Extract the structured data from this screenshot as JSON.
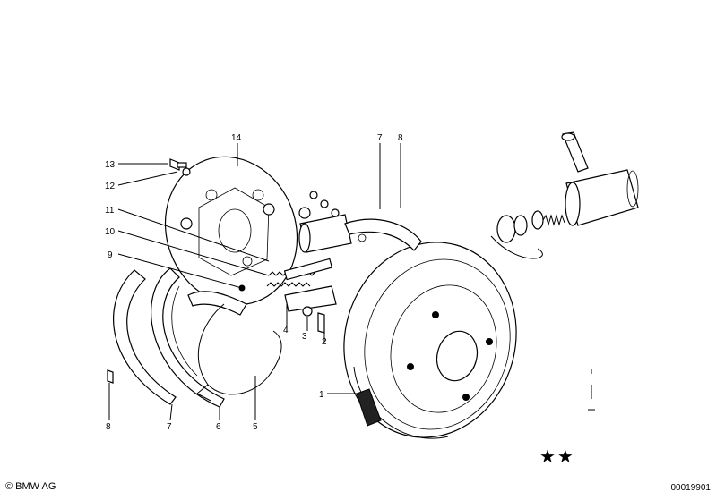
{
  "callouts": {
    "c1": "1",
    "c2": "2",
    "c3": "3",
    "c4": "4",
    "c5": "5",
    "c6": "6",
    "c7a": "7",
    "c7b": "7",
    "c8a": "8",
    "c8b": "8",
    "c9": "9",
    "c10": "10",
    "c11": "11",
    "c12": "12",
    "c13": "13",
    "c14": "14"
  },
  "footer": {
    "copyright": "© BMW AG",
    "part_number": "00019901",
    "stars": "★★"
  }
}
